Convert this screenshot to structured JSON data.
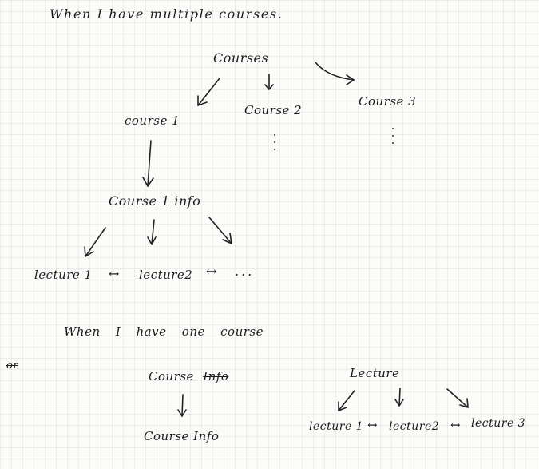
{
  "section_multiple": {
    "heading": "When I have multiple courses.",
    "root": "Courses",
    "courses": [
      "course 1",
      "Course 2",
      "Course 3"
    ],
    "course_info": "Course 1 info",
    "lectures": [
      "lecture 1",
      "lecture2",
      "..."
    ],
    "lecture_connector": "↔"
  },
  "section_one": {
    "heading": "When I have one course",
    "or_mark": "or",
    "course_label": "Course",
    "course_struck_word": "Info",
    "course_info": "Course Info",
    "lectures_root": "Lecture",
    "lectures": [
      "lecture 1",
      "lecture2",
      "lecture 3"
    ],
    "lecture_connector": "↔"
  },
  "ink_color": "#222222",
  "paper_color": "#fbfbfa"
}
